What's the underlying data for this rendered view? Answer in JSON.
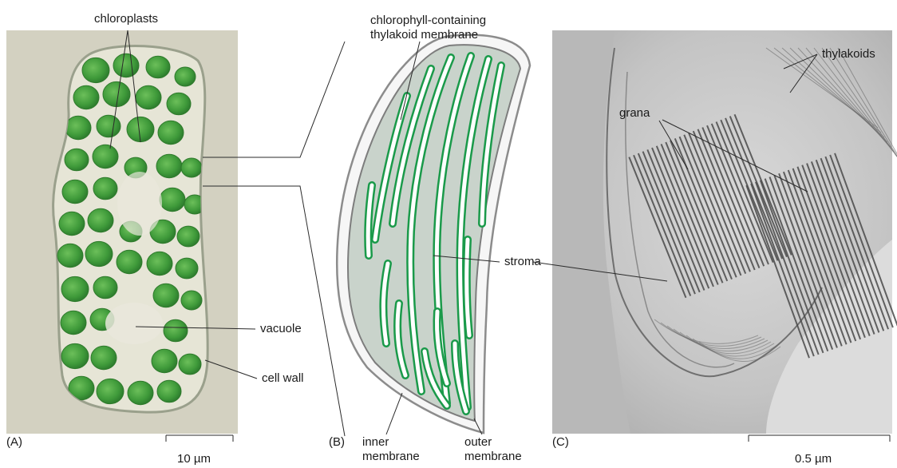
{
  "panels": {
    "a": {
      "tag": "(A)",
      "scale_label": "10 µm"
    },
    "b": {
      "tag": "(B)"
    },
    "c": {
      "tag": "(C)",
      "scale_label": "0.5 µm"
    }
  },
  "labels": {
    "chloroplasts": "chloroplasts",
    "vacuole": "vacuole",
    "cell_wall": "cell wall",
    "thylakoid_line1": "chlorophyll-containing",
    "thylakoid_line2": "thylakoid membrane",
    "stroma": "stroma",
    "inner_line1": "inner",
    "inner_line2": "membrane",
    "outer_line1": "outer",
    "outer_line2": "membrane",
    "grana": "grana",
    "thylakoids": "thylakoids"
  },
  "colors": {
    "chloroplast_green": "#3f9a3a",
    "thylakoid_green": "#1a9a4a",
    "stroma_gray": "#c9d3cb",
    "em_background": "#cfcfcf"
  }
}
